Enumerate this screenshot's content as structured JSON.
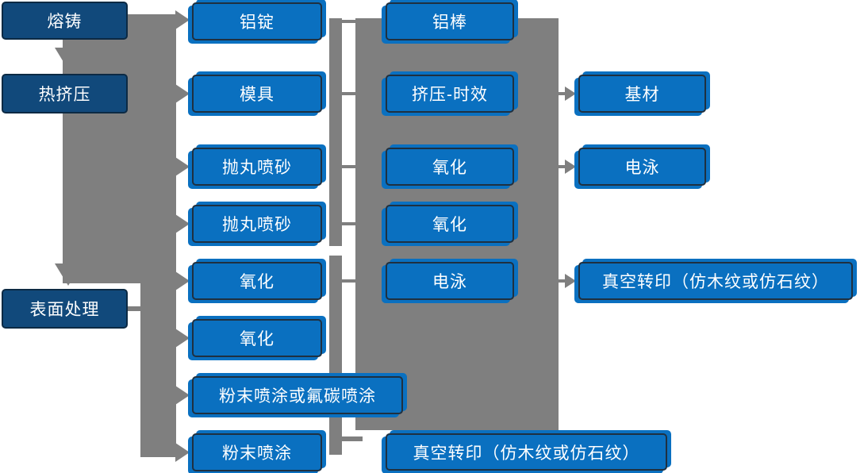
{
  "diagram": {
    "kind": "flowchart",
    "colors": {
      "stage_box_fill": "#11497B",
      "process_box_fill": "#0A70C0",
      "box_border": "#1F3040",
      "connector_gray": "#7F7F7F",
      "box_text": "#FFFFFF",
      "background": "#FFFFFF"
    },
    "nodes": {
      "col1": [
        "熔铸",
        "热挤压",
        "表面处理"
      ],
      "col2": [
        "铝锭",
        "模具",
        "抛丸喷砂",
        "抛丸喷砂",
        "氧化",
        "氧化",
        "粉末喷涂或氟碳喷涂",
        "粉末喷涂"
      ],
      "col3": [
        "铝棒",
        "挤压-时效",
        "氧化",
        "氧化",
        "电泳",
        "真空转印（仿木纹或仿石纹）"
      ],
      "col4": [
        "基材",
        "电泳",
        "真空转印（仿木纹或仿石纹）"
      ]
    }
  }
}
